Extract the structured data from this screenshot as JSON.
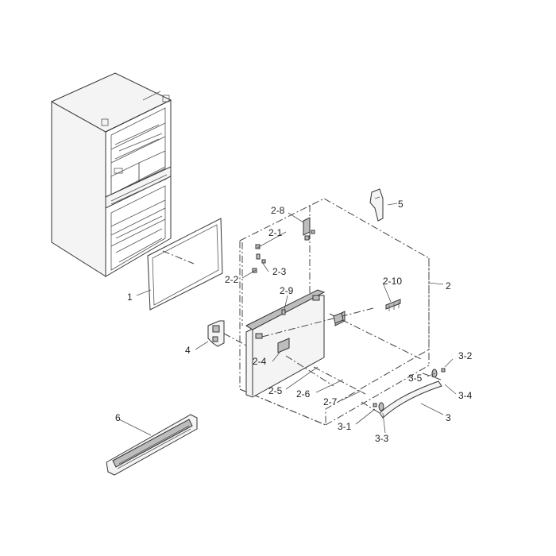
{
  "labels": {
    "p1": "1",
    "p2": "2",
    "p2_1": "2-1",
    "p2_2": "2-2",
    "p2_3": "2-3",
    "p2_4": "2-4",
    "p2_5": "2-5",
    "p2_6": "2-6",
    "p2_7": "2-7",
    "p2_8": "2-8",
    "p2_9": "2-9",
    "p2_10": "2-10",
    "p3": "3",
    "p3_1": "3-1",
    "p3_2": "3-2",
    "p3_3": "3-3",
    "p3_4": "3-4",
    "p3_5": "3-5",
    "p4": "4",
    "p5": "5",
    "p6": "6"
  }
}
